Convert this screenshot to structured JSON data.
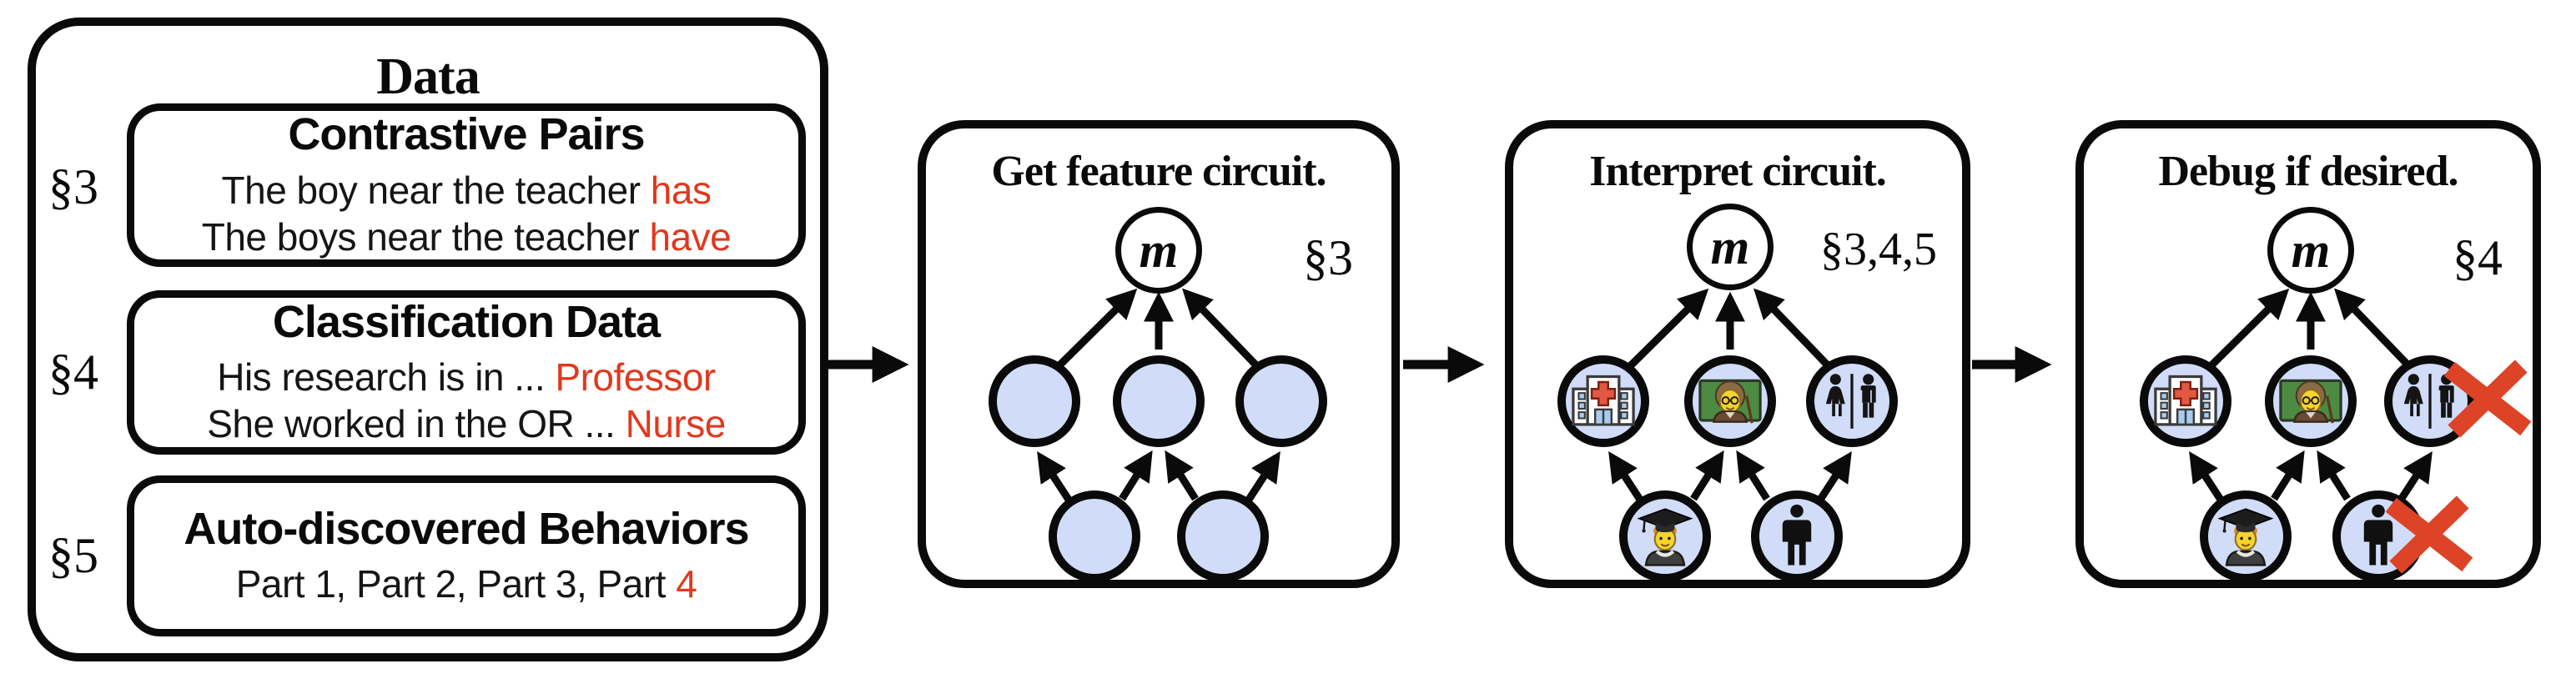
{
  "colors": {
    "accent_red": "#e0391f",
    "x_red": "#dd4327",
    "node_fill": "#d0dcf8",
    "stroke": "#0a0a0a"
  },
  "data_panel": {
    "title": "Data",
    "sections": [
      {
        "label": "§3",
        "heading": "Contrastive Pairs",
        "lines": [
          {
            "black": "The boy near the teacher ",
            "red": "has"
          },
          {
            "black": "The boys near the teacher ",
            "red": "have"
          }
        ]
      },
      {
        "label": "§4",
        "heading": "Classification Data",
        "lines": [
          {
            "black": "His research is in ... ",
            "red": "Professor"
          },
          {
            "black": "She worked in the OR ... ",
            "red": "Nurse"
          }
        ]
      },
      {
        "label": "§5",
        "heading": "Auto-discovered Behaviors",
        "lines": [
          {
            "black": "Part 1, Part 2, Part 3, Part ",
            "red": "4"
          }
        ]
      }
    ]
  },
  "steps": [
    {
      "title": "Get feature circuit.",
      "section": "§3",
      "model": "m"
    },
    {
      "title": "Interpret circuit.",
      "section": "§3,4,5",
      "model": "m"
    },
    {
      "title": "Debug if desired.",
      "section": "§4",
      "model": "m"
    }
  ],
  "icon_names": {
    "middle": [
      "hospital-icon",
      "teacher-icon",
      "restroom-icon"
    ],
    "bottom": [
      "graduate-icon",
      "man-icon"
    ]
  }
}
